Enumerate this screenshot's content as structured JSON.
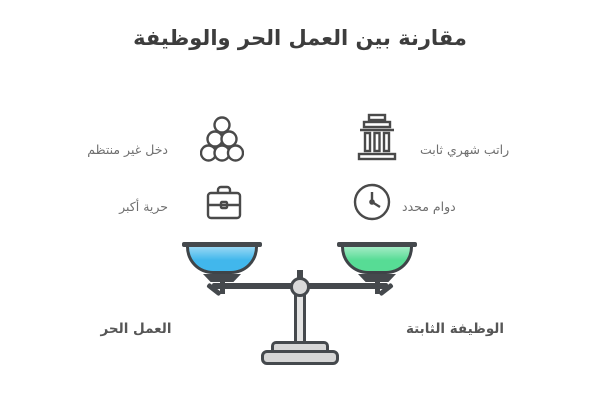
{
  "title": "مقارنة بين العمل الحر والوظيفة",
  "colors": {
    "outline": "#45494d",
    "icon": "#4a4a4a",
    "title_text": "#3d3d3d",
    "label_text": "#6f6f6f",
    "caption_text": "#565656",
    "metal_fill": "#d9d9d9",
    "left_pan": "#41b7ec",
    "right_pan": "#57dc95"
  },
  "left_side": {
    "pan_color": "#41b7ec",
    "caption": "العمل الحر",
    "items": [
      {
        "icon": "coins-icon",
        "label": "دخل غير منتظم"
      },
      {
        "icon": "briefcase-icon",
        "label": "حرية أكبر"
      }
    ]
  },
  "right_side": {
    "pan_color": "#57dc95",
    "caption": "الوظيفة الثابتة",
    "items": [
      {
        "icon": "building-icon",
        "label": "راتب شهري ثابت"
      },
      {
        "icon": "clock-icon",
        "label": "دوام محدد"
      }
    ]
  }
}
